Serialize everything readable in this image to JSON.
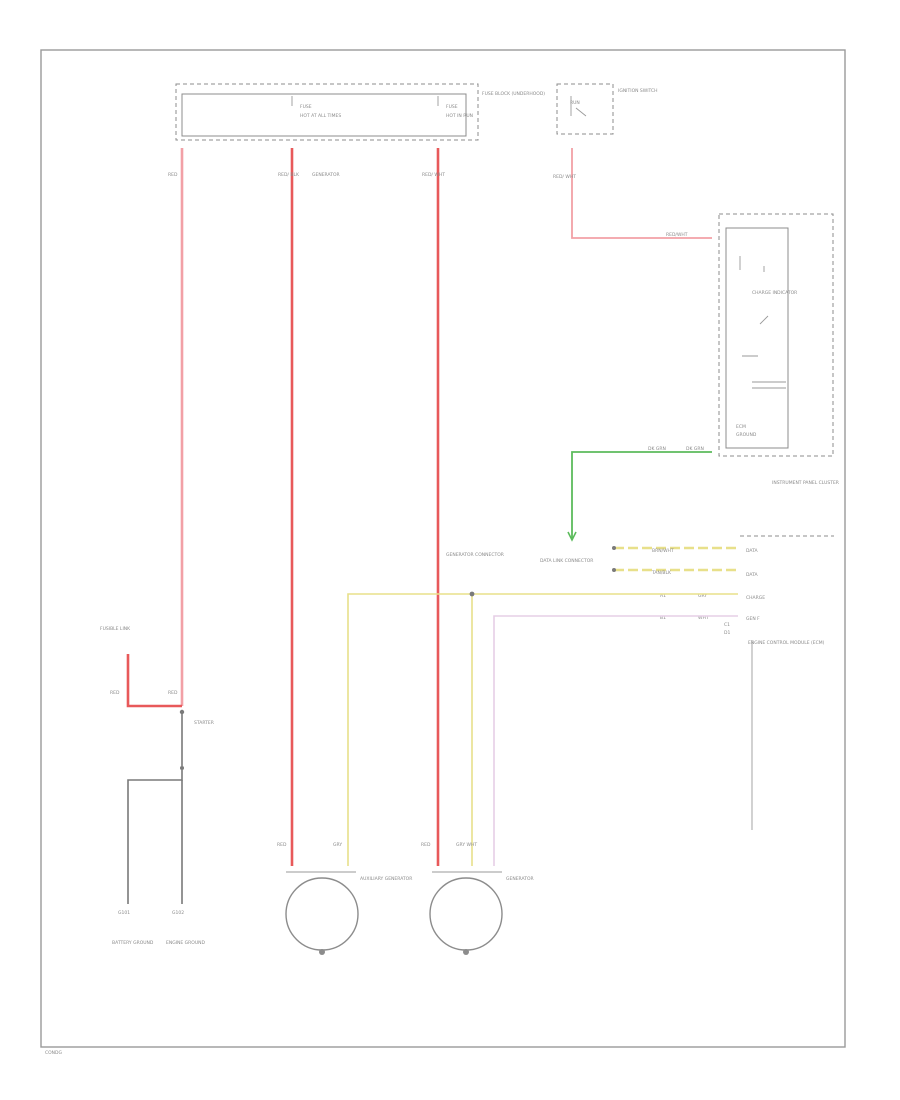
{
  "colors": {
    "red": "#e8595a",
    "pink": "#f2a0a6",
    "green": "#5cbb5c",
    "yellow": "#e8e08a",
    "lilac": "#e6cfe6",
    "gray": "#7a7a7a"
  },
  "labels": {
    "fuse_block": "FUSE BLOCK (UNDERHOOD)",
    "fuse_a": "FUSE",
    "fuse_b": "FUSE",
    "hot_a": "HOT AT ALL TIMES",
    "hot_b": "HOT IN RUN",
    "ign_switch": "IGNITION SWITCH",
    "ign_pos": "RUN",
    "wire_red_a": "RED",
    "wire_red_b": "RED/ BLK",
    "wire_red_c": "RED/ WHT",
    "wire_ign": "RED/ WHT",
    "note_a": "GENERATOR",
    "splice_ign": "RED/WHT",
    "ipc_name": "INSTRUMENT PANEL CLUSTER",
    "ipc_ind": "CHARGE INDICATOR",
    "ipc_mod": "ECM",
    "ipc_gnd": "GROUND",
    "wire_green": "DK GRN",
    "wire_green2": "DK GRN",
    "ecm_label": "DATA LINK CONNECTOR",
    "ecm_term_1": "DATA",
    "ecm_term_2": "DATA",
    "ecm_term_3": "CHARGE",
    "ecm_term_4": "GEN F",
    "pin_a": "A1",
    "pin_b": "B1",
    "pin_c": "C1",
    "pin_d": "D1",
    "wire_w1": "BRN/WHT",
    "wire_w2": "TAN/BLK",
    "wire_w3": "GRY",
    "wire_w4": "WHT",
    "ecm_name": "ENGINE CONTROL MODULE (ECM)",
    "conn_label": "GENERATOR CONNECTOR",
    "fusible_link": "FUSIBLE LINK",
    "wire_fl": "RED",
    "starter": "STARTER",
    "wire_bat": "RED",
    "ground_a": "G101",
    "ground_b": "G102",
    "gnd_desc_a": "BATTERY GROUND",
    "gnd_desc_b": "ENGINE GROUND",
    "gen_a_wire_1": "RED",
    "gen_a_wire_2": "GRY",
    "gen_b_wire_1": "RED",
    "gen_b_wire_2": "GRY WHT",
    "gen_a_name": "AUXILIARY GENERATOR",
    "gen_b_name": "GENERATOR",
    "footer": "CONDG"
  }
}
